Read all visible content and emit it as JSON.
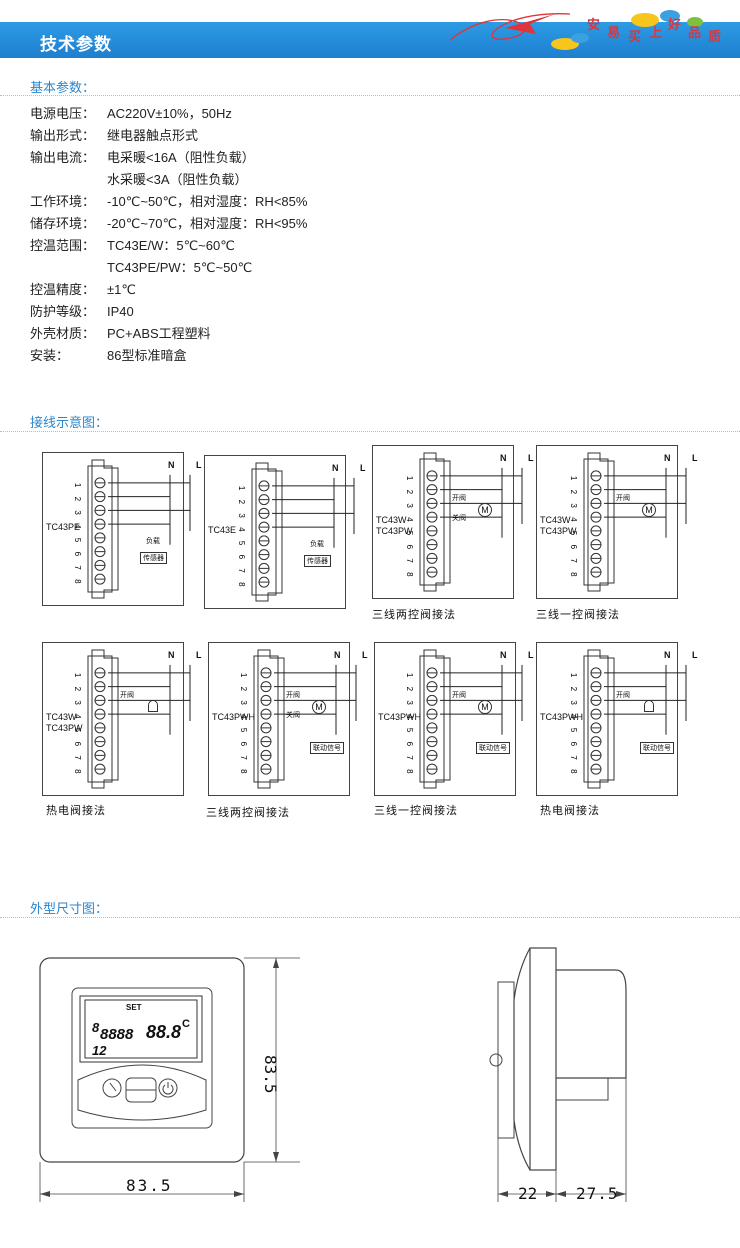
{
  "header": {
    "title": "技术参数",
    "slogan": [
      "安",
      "易",
      "买",
      "上",
      "好",
      "品",
      "质"
    ],
    "colors": {
      "bar": "#1e7fcf",
      "accent": "#e0343a"
    }
  },
  "basic": {
    "title": "基本参数：",
    "rows": [
      {
        "k": "电源电压：",
        "v": "AC220V±10%，50Hz"
      },
      {
        "k": "输出形式：",
        "v": "继电器触点形式"
      },
      {
        "k": "输出电流：",
        "v": "电采暖<16A（阻性负载）"
      },
      {
        "k": "",
        "v": "水采暖<3A（阻性负载）"
      },
      {
        "k": "工作环境：",
        "v": "-10℃~50℃，相对湿度：RH<85%"
      },
      {
        "k": "储存环境：",
        "v": "-20℃~70℃，相对湿度：RH<95%"
      },
      {
        "k": "控温范围：",
        "v": "TC43E/W：5℃~60℃"
      },
      {
        "k": "",
        "v": "TC43PE/PW：5℃~50℃"
      },
      {
        "k": "控温精度：",
        "v": "±1℃"
      },
      {
        "k": "防护等级：",
        "v": "IP40"
      },
      {
        "k": "外壳材质：",
        "v": "PC+ABS工程塑料"
      },
      {
        "k": "安装：",
        "v": "86型标准暗盒"
      }
    ]
  },
  "wiring": {
    "title": "接线示意图：",
    "terminals": [
      "1",
      "2",
      "3",
      "4",
      "5",
      "6",
      "7",
      "8"
    ],
    "N": "N",
    "L": "L",
    "load": "负载",
    "sensor": "传感器",
    "open_valve": "开阀",
    "close_valve": "关阀",
    "linkage": "联动信号",
    "diagrams": [
      {
        "model": "TC43PE",
        "caption": ""
      },
      {
        "model": "TC43E",
        "caption": ""
      },
      {
        "model": "TC43W TC43PW",
        "caption": "三线两控阀接法"
      },
      {
        "model": "TC43W TC43PW",
        "caption": "三线一控阀接法"
      },
      {
        "model": "TC43W TC43PW",
        "caption": "热电阀接法"
      },
      {
        "model": "TC43PWH",
        "caption": "三线两控阀接法"
      },
      {
        "model": "TC43PWH",
        "caption": "三线一控阀接法"
      },
      {
        "model": "TC43PWH",
        "caption": "热电阀接法"
      }
    ]
  },
  "dimensions": {
    "title": "外型尺寸图：",
    "width": "83.5",
    "height": "83.5",
    "depth1": "22",
    "depth2": "27.5",
    "lcd": {
      "set": "SET",
      "digits1": "8888",
      "digits2": "88.8",
      "unit": "C",
      "small": "12",
      "left8": "8"
    }
  }
}
